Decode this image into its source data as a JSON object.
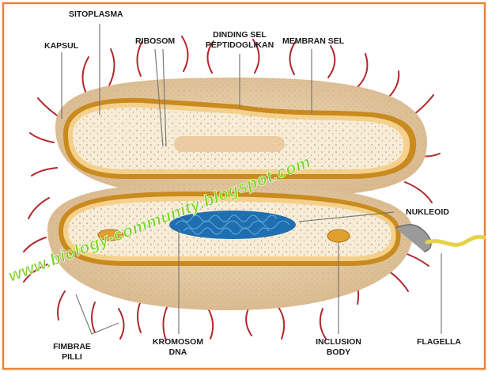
{
  "labels": {
    "sitoplasma": "SITOPLASMA",
    "kapsul": "KAPSUL",
    "ribosom": "RIBOSOM",
    "dinding_line1": "DINDING SEL",
    "dinding_line2": "PEPTIDOGLIKAN",
    "membran_sel": "MEMBRAN SEL",
    "nukleoid": "NUKLEOID",
    "fimbrae_line1": "FIMBRAE",
    "fimbrae_line2": "PILLI",
    "kromosom_line1": "KROMOSOM",
    "kromosom_line2": "DNA",
    "inclusion_line1": "INCLUSION",
    "inclusion_line2": "BODY",
    "flagella": "FLAGELLA"
  },
  "watermark": "www.biology-community.blogspot.com",
  "colors": {
    "frame_border": "#e8833a",
    "capsule": "#e3c9a4",
    "cell_wall": "#c98a1f",
    "membrane": "#9b6b1c",
    "cytoplasm": "#f6ecd7",
    "pili": "#b0282c",
    "dna": "#1f6fb0",
    "inclusion": "#e0a030",
    "flagella": "#e6d24a",
    "watermark": "#7ed321"
  }
}
